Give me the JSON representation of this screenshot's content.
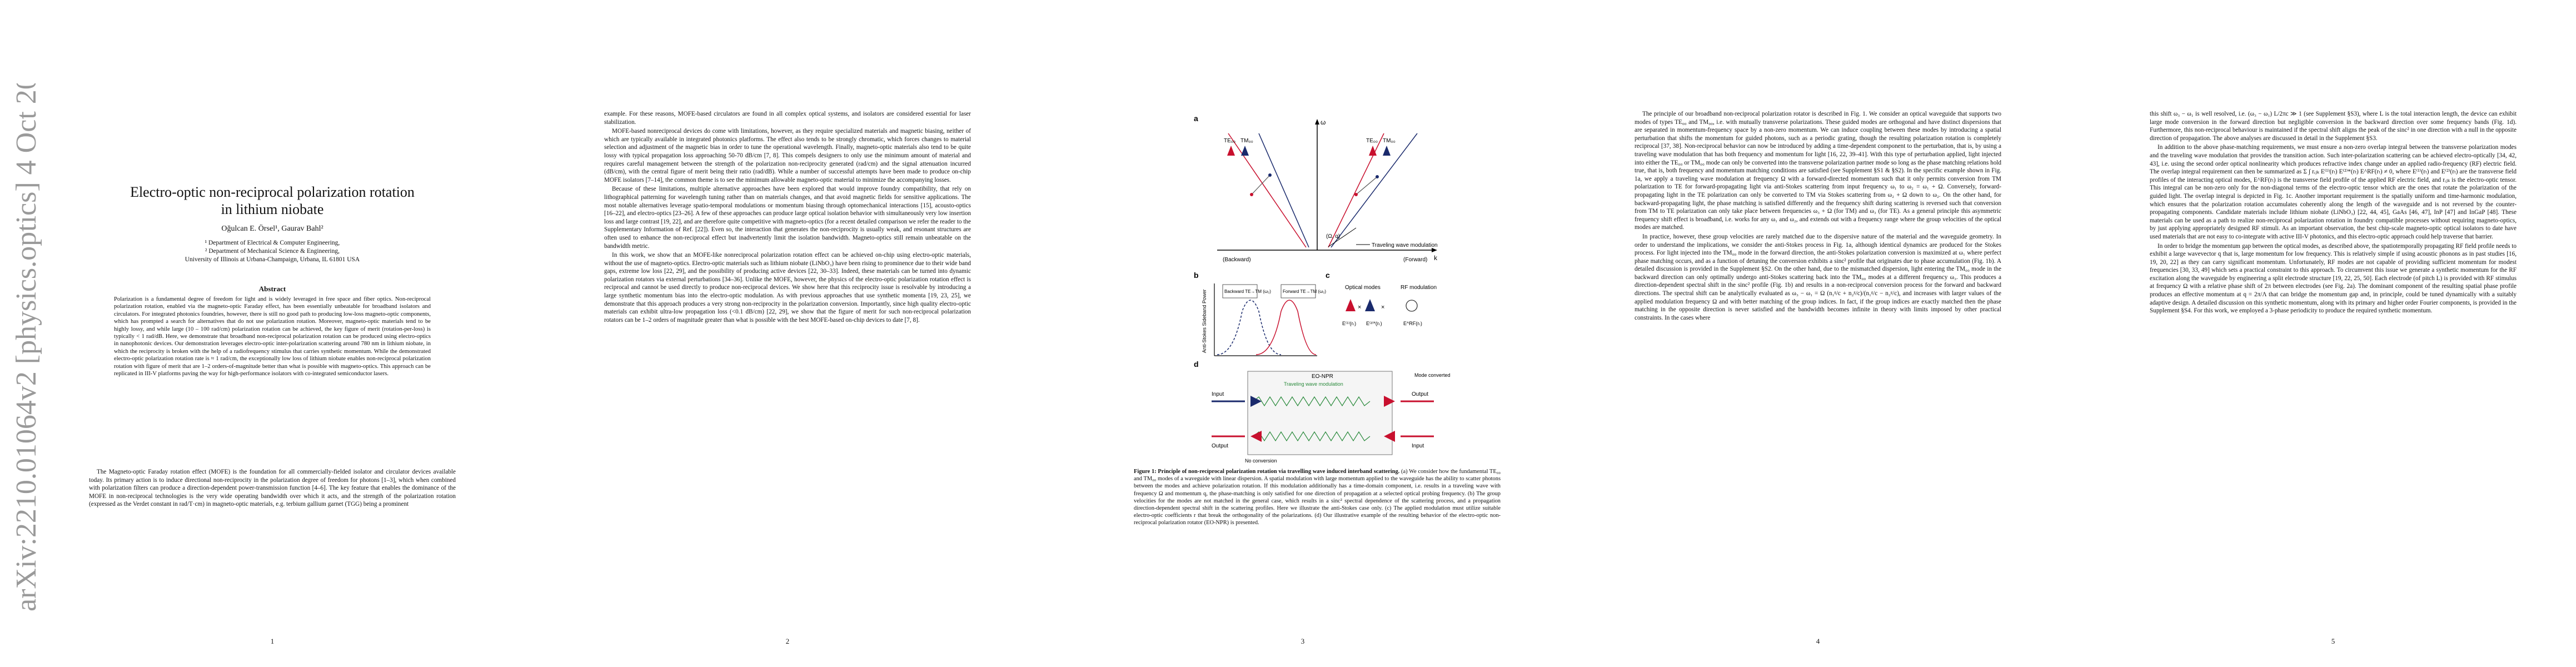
{
  "arxiv_stamp": "arXiv:2210.01064v2  [physics.optics]  4 Oct 2022",
  "page1": {
    "title_line1": "Electro-optic non-reciprocal polarization rotation",
    "title_line2": "in lithium niobate",
    "authors": "Oğulcan E. Örsel¹, Gaurav Bahl²",
    "affil1": "¹ Department of Electrical & Computer Engineering,",
    "affil2": "² Department of Mechanical Science & Engineering,",
    "affil3": "University of Illinois at Urbana-Champaign, Urbana, IL 61801 USA",
    "abstract_heading": "Abstract",
    "abstract": "Polarization is a fundamental degree of freedom for light and is widely leveraged in free space and fiber optics. Non-reciprocal polarization rotation, enabled via the magneto-optic Faraday effect, has been essentially unbeatable for broadband isolators and circulators. For integrated photonics foundries, however, there is still no good path to producing low-loss magneto-optic components, which has prompted a search for alternatives that do not use polarization rotation. Moreover, magneto-optic materials tend to be highly lossy, and while large (10 – 100 rad/cm) polarization rotation can be achieved, the key figure of merit (rotation-per-loss) is typically < 1 rad/dB. Here, we demonstrate that broadband non-reciprocal polarization rotation can be produced using electro-optics in nanophotonic devices. Our demonstration leverages electro-optic inter-polarization scattering around 780 nm in lithium niobate, in which the reciprocity is broken with the help of a radiofrequency stimulus that carries synthetic momentum. While the demonstrated electro-optic polarization rotation rate is ≈ 1 rad/cm, the exceptionally low loss of lithium niobate enables non-reciprocal polarization rotation with figure of merit that are 1–2 orders-of-magnitude better than what is possible with magneto-optics. This approach can be replicated in III-V platforms paving the way for high-performance isolators with co-integrated semiconductor lasers.",
    "intro": "The Magneto-optic Faraday rotation effect (MOFE) is the foundation for all commercially-fielded isolator and circulator devices available today. Its primary action is to induce directional non-reciprocity in the polarization degree of freedom for photons [1–3], which when combined with polarization filters can produce a direction-dependent power-transmission function [4–6]. The key feature that enables the dominance of the MOFE in non-reciprocal technologies is the very wide operating bandwidth over which it acts, and the strength of the polarization rotation (expressed as the Verdet constant in rad/T·cm) in magneto-optic materials, e.g. terbium gallium garnet (TGG) being a prominent",
    "number": "1"
  },
  "page2": {
    "p1": "example. For these reasons, MOFE-based circulators are found in all complex optical systems, and isolators are considered essential for laser stabilization.",
    "p2": "MOFE-based nonreciprocal devices do come with limitations, however, as they require specialized materials and magnetic biasing, neither of which are typically available in integrated photonics platforms. The effect also tends to be strongly chromatic, which forces changes to material selection and adjustment of the magnetic bias in order to tune the operational wavelength. Finally, magneto-optic materials also tend to be quite lossy with typical propagation loss approaching 50-70 dB/cm [7, 8]. This compels designers to only use the minimum amount of material and requires careful management between the strength of the polarization non-reciprocity generated (rad/cm) and the signal attenuation incurred (dB/cm), with the central figure of merit being their ratio (rad/dB). While a number of successful attempts have been made to produce on-chip MOFE isolators [7–14], the common theme is to see the minimum allowable magneto-optic material to minimize the accompanying losses.",
    "p3": "Because of these limitations, multiple alternative approaches have been explored that would improve foundry compatibility, that rely on lithographical patterning for wavelength tuning rather than on materials changes, and that avoid magnetic fields for sensitive applications. The most notable alternatives leverage spatio-temporal modulations or momentum biasing through optomechanical interactions [15], acousto-optics [16–22], and electro-optics [23–26]. A few of these approaches can produce large optical isolation behavior with simultaneously very low insertion loss and large contrast [19, 22], and are therefore quite competitive with magneto-optics (for a recent detailed comparison we refer the reader to the Supplementary Information of Ref. [22]). Even so, the interaction that generates the non-reciprocity is usually weak, and resonant structures are often used to enhance the non-reciprocal effect but inadvertently limit the isolation bandwidth. Magneto-optics still remain unbeatable on the bandwidth metric.",
    "p4": "In this work, we show that an MOFE-like nonreciprocal polarization rotation effect can be achieved on-chip using electro-optic materials, without the use of magneto-optics. Electro-optic materials such as lithium niobate (LiNbO₃) have been rising to prominence due to their wide band gaps, extreme low loss [22, 29], and the possibility of producing active devices [22, 30–33]. Indeed, these materials can be turned into dynamic polarization rotators via external perturbations [34–36]. Unlike the MOFE, however, the physics of the electro-optic polarization rotation effect is reciprocal and cannot be used directly to produce non-reciprocal devices. We show here that this reciprocity issue is resolvable by introducing a large synthetic momentum bias into the electro-optic modulation. As with previous approaches that use synthetic momenta [19, 23, 25], we demonstrate that this approach produces a very strong non-reciprocity in the polarization conversion. Importantly, since high quality electro-optic materials can exhibit ultra-low propagation loss (<0.1 dB/cm) [22, 29], we show that the figure of merit for such non-reciprocal polarization rotators can be 1–2 orders of magnitude greater than what is possible with the best MOFE-based on-chip devices to date [7, 8].",
    "number": "2"
  },
  "page3": {
    "panel_a": "a",
    "panel_b": "b",
    "panel_c": "c",
    "panel_d": "d",
    "te00": "TE₀₀",
    "tm00": "TM₀₀",
    "omega_label": "ω",
    "k_label": "k",
    "backward": "(Backward)",
    "forward": "(Forward)",
    "wave_mod": "Traveling wave modulation",
    "omega_q": "(Ω, q)",
    "b_ylabel": "Anti-Stokes Sideband Power",
    "b_backward": "Backward TE→TM (ω₂)",
    "b_forward": "Forward TE→TM (ω₂)",
    "c_optical": "Optical modes",
    "c_rf": "RF modulation",
    "c_e1": "Ε⁽¹⁾(rₜ)",
    "c_e2": "Ε⁽²⁾*(rₜ)",
    "c_erf": "Ε^RF(rₜ)",
    "d_eonpr": "EO-NPR",
    "d_twm": "Traveling wave modulation",
    "d_mode_conv": "Mode converted (+Ω)",
    "d_input": "Input",
    "d_output": "Output",
    "d_no_conv": "No conversion",
    "caption_title": "Figure 1: Principle of non-reciprocal polarization rotation via travelling wave induced interband scattering.",
    "caption_body": "(a) We consider how the fundamental TE₀₀ and TM₀₀ modes of a waveguide with linear dispersion. A spatial modulation with large momentum applied to the waveguide has the ability to scatter photons between the modes and achieve polarization rotation. If this modulation additionally has a time-domain component, i.e. results in a traveling wave with frequency Ω and momentum q, the phase-matching is only satisfied for one direction of propagation at a selected optical probing frequency. (b) The group velocities for the modes are not matched in the general case, which results in a sinc² spectral dependence of the scattering process, and a propagation direction-dependent spectral shift in the scattering profiles. Here we illustrate the anti-Stokes case only. (c) The applied modulation must utilize suitable electro-optic coefficients r that break the orthogonality of the polarizations. (d) Our illustrative example of the resulting behavior of the electro-optic non-reciprocal polarization rotator (EO-NPR) is presented.",
    "number": "3"
  },
  "page4": {
    "p1": "The principle of our broadband non-reciprocal polarization rotator is described in Fig. 1. We consider an optical waveguide that supports two modes of types TE₀₀ and TM₀₀, i.e. with mutually transverse polarizations. These guided modes are orthogonal and have distinct dispersions that are separated in momentum-frequency space by a non-zero momentum. We can induce coupling between these modes by introducing a spatial perturbation that shifts the momentum for guided photons, such as a periodic grating, though the resulting polarization rotation is completely reciprocal [37, 38]. Non-reciprocal behavior can now be introduced by adding a time-dependent component to the perturbation, that is, by using a traveling wave modulation that has both frequency and momentum for light [16, 22, 39–41]. With this type of perturbation applied, light injected into either the TE₀₀ or TM₀₀ mode can only be converted into the transverse polarization partner mode so long as the phase matching relations hold true, that is, both frequency and momentum matching conditions are satisfied (see Supplement §S1 & §S2). In the specific example shown in Fig. 1a, we apply a traveling wave modulation at frequency Ω with a forward-directed momentum such that it only permits conversion from TM polarization to TE for forward-propagating light via anti-Stokes scattering from input frequency ω₁ to ω₂ = ω₁ + Ω. Conversely, forward-propagating light in the TE polarization can only be converted to TM via Stokes scattering from ω₂ + Ω down to ω₂. On the other hand, for backward-propagating light, the phase matching is satisfied differently and the frequency shift during scattering is reversed such that conversion from TM to TE polarization can only take place between frequencies ω₃ + Ω (for TM) and ω₃ (for TE). As a general principle this asymmetric frequency shift effect is broadband, i.e. works for any ω₁ and ω₂, and extends out with a frequency range where the group velocities of the optical modes are matched.",
    "p2": "In practice, however, these group velocities are rarely matched due to the dispersive nature of the material and the waveguide geometry. In order to understand the implications, we consider the anti-Stokes process in Fig. 1a, although identical dynamics are produced for the Stokes process. For light injected into the TM₀₀ mode in the forward direction, the anti-Stokes polarization conversion is maximized at ω₁ where perfect phase matching occurs, and as a function of detuning the conversion exhibits a sinc² profile that originates due to phase accumulation (Fig. 1b). A detailed discussion is provided in the Supplement §S2. On the other hand, due to the mismatched dispersion, light entering the TM₀₀ mode in the backward direction can only optimally undergo anti-Stokes scattering back into the TM₀₀ modes at a different frequency ω₃. This produces a direction-dependent spectral shift in the sinc² profile (Fig. 1b) and results in a non-reciprocal conversion process for the forward and backward directions. The spectral shift can be analytically evaluated as ω₃ − ω₁ = Ω (n₁ᵍ/c + n₂ᵍ/c)/(n₁ᵍ/c − n₂ᵍ/c), and increases with larger values of the applied modulation frequency Ω and with better matching of the group indices. In fact, if the group indices are exactly matched then the phase matching in the opposite direction is never satisfied and the bandwidth becomes infinite in theory with limits imposed by other practical constraints. In the cases where",
    "number": "4"
  },
  "page5": {
    "p1": "this shift ω₃ − ω₁ is well resolved, i.e. (ω₃ − ω₁) L/2πc ≫ 1 (see Supplement §S3), where L is the total interaction length, the device can exhibit large mode conversion in the forward direction but negligible conversion in the backward direction over some frequency bands (Fig. 1d). Furthermore, this non-reciprocal behaviour is maintained if the spectral shift aligns the peak of the sinc² in one direction with a null in the opposite direction of propagation. The above analyses are discussed in detail in the Supplement §S3.",
    "p2": "In addition to the above phase-matching requirements, we must ensure a non-zero overlap integral between the transverse polarization modes and the traveling wave modulation that provides the transition action. Such inter-polarization scattering can be achieved electro-optically [34, 42, 43], i.e. using the second order optical nonlinearity which produces refractive index change under an applied radio-frequency (RF) electric field. The overlap integral requirement can then be summarized as Σ ∫ rᵢⱼₖ E⁽¹⁾(rₜ) E⁽²⁾*(rₜ) E^RF(rₜ) ≠ 0, where E⁽¹⁾(rₜ) and E⁽²⁾(rₜ) are the transverse field profiles of the interacting optical modes, E^RF(rₜ) is the transverse field profile of the applied RF electric field, and rᵢⱼₖ is the electro-optic tensor. This integral can be non-zero only for the non-diagonal terms of the electro-optic tensor which are the ones that rotate the polarization of the guided light. The overlap integral is depicted in Fig. 1c. Another important requirement is the spatially uniform and time-harmonic modulation, which ensures that the polarization rotation accumulates coherently along the length of the waveguide and is not reversed by the counter-propagating components. Candidate materials include lithium niobate (LiNbO₃) [22, 44, 45], GaAs [46, 47], InP [47] and InGaP [48]. These materials can be used as a path to realize non-reciprocal polarization rotation in foundry compatible processes without requiring magneto-optics, by just applying appropriately designed RF stimuli. As an important observation, the best chip-scale magneto-optic optical isolators to date have used materials that are not easy to co-integrate with active III-V photonics, and this electro-optic approach could help traverse that barrier.",
    "p3": "In order to bridge the momentum gap between the optical modes, as described above, the spatiotemporally propagating RF field profile needs to exhibit a large wavevector q that is, large momentum for low frequency. This is relatively simple if using acoustic phonons as in past studies [16, 19, 20, 22] as they can carry significant momentum. Unfortunately, RF modes are not capable of providing sufficient momentum for modest frequencies [30, 33, 49] which sets a practical constraint to this approach. To circumvent this issue we generate a synthetic momentum for the RF excitation along the waveguide by engineering a split electrode structure [19, 22, 25, 50]. Each electrode (of pitch L) is provided with RF stimulus at frequency Ω with a relative phase shift of 2π between electrodes (see Fig. 2a). The dominant component of the resulting spatial phase profile produces an effective momentum at q = 2π/Λ that can bridge the momentum gap and, in principle, could be tuned dynamically with a suitably adaptive design. A detailed discussion on this synthetic momentum, along with its primary and higher order Fourier components, is provided in the Supplement §S4. For this work, we employed a 3-phase periodicity to produce the required synthetic momentum.",
    "number": "5"
  }
}
